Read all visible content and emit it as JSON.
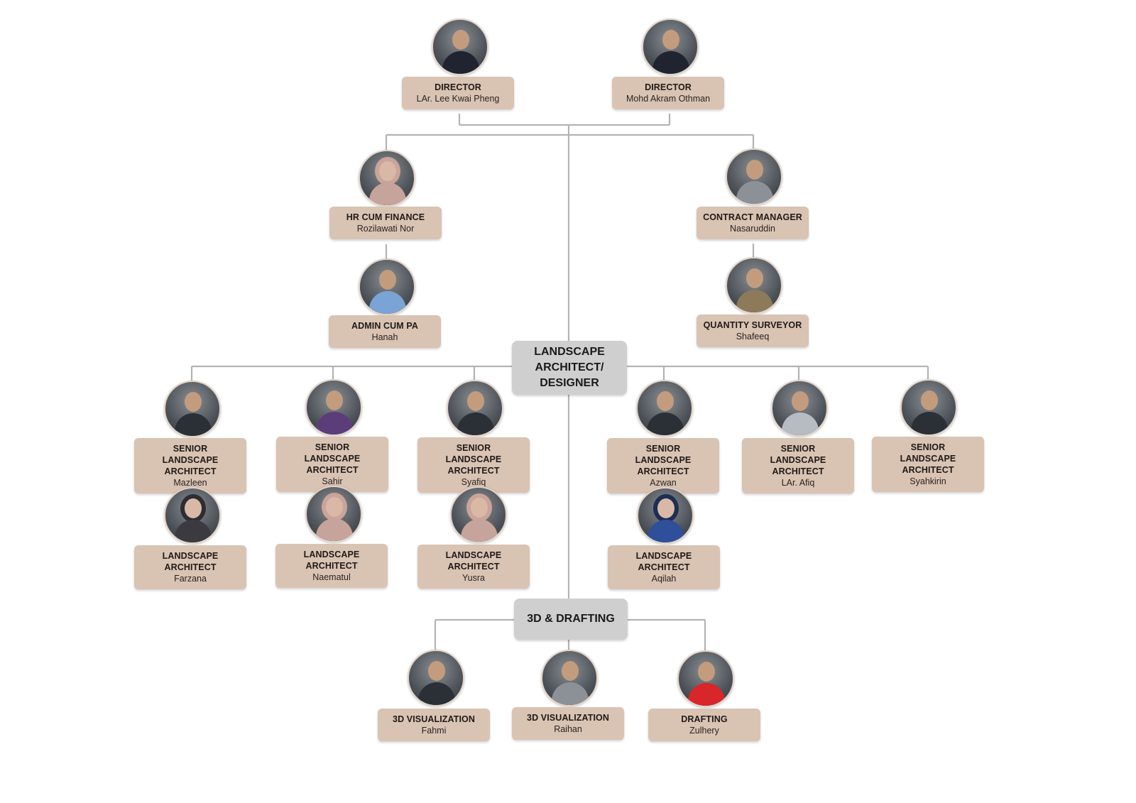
{
  "directors": [
    {
      "role": "DIRECTOR",
      "name": "LAr. Lee Kwai Pheng"
    },
    {
      "role": "DIRECTOR",
      "name": "Mohd Akram Othman"
    }
  ],
  "admin": {
    "hr": {
      "role": "HR CUM FINANCE",
      "name": "Rozilawati Nor"
    },
    "admin_pa": {
      "role": "ADMIN CUM PA",
      "name": "Hanah"
    },
    "contract_manager": {
      "role": "CONTRACT MANAGER",
      "name": "Nasaruddin"
    },
    "quantity_surveyor": {
      "role": "QUANTITY SURVEYOR",
      "name": "Shafeeq"
    }
  },
  "departments": {
    "landscape": "LANDSCAPE\nARCHITECT/\nDESIGNER",
    "drafting": "3D & DRAFTING"
  },
  "seniors": [
    {
      "role": "SENIOR\nLANDSCAPE ARCHITECT",
      "name": "Mazleen"
    },
    {
      "role": "SENIOR\nLANDSCAPE ARCHITECT",
      "name": "Sahir"
    },
    {
      "role": "SENIOR\nLANDSCAPE ARCHITECT",
      "name": "Syafiq"
    },
    {
      "role": "SENIOR\nLANDSCAPE ARCHITECT",
      "name": "Azwan"
    },
    {
      "role": "SENIOR\nLANDSCAPE ARCHITECT",
      "name": "LAr. Afiq"
    },
    {
      "role": "SENIOR\nLANDSCAPE ARCHITECT",
      "name": "Syahkirin"
    }
  ],
  "architects": [
    {
      "role": "LANDSCAPE ARCHITECT",
      "name": "Farzana"
    },
    {
      "role": "LANDSCAPE ARCHITECT",
      "name": "Naematul"
    },
    {
      "role": "LANDSCAPE ARCHITECT",
      "name": "Yusra"
    },
    {
      "role": "LANDSCAPE ARCHITECT",
      "name": "Aqilah"
    }
  ],
  "drafting_team": [
    {
      "role": "3D VISUALIZATION",
      "name": "Fahmi"
    },
    {
      "role": "3D VISUALIZATION",
      "name": "Raihan"
    },
    {
      "role": "DRAFTING",
      "name": "Zulhery"
    }
  ],
  "colors": {
    "card": "#d9c3b3",
    "department": "#cfcfcf",
    "connector": "#b3b3b3"
  }
}
